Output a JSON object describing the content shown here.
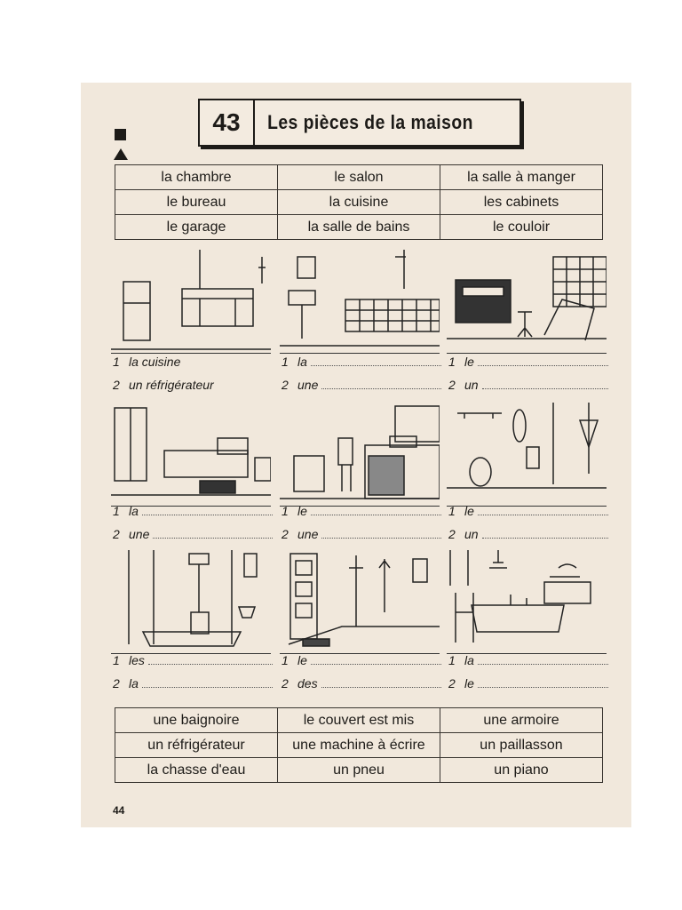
{
  "lesson": {
    "number": "43",
    "title": "Les pièces de la maison"
  },
  "vocab_top": [
    [
      "la chambre",
      "le salon",
      "la salle à manger"
    ],
    [
      "le bureau",
      "la cuisine",
      "les cabinets"
    ],
    [
      "le garage",
      "la salle de bains",
      "le couloir"
    ]
  ],
  "exercises": [
    {
      "l1": {
        "n": "1",
        "w": "la cuisine"
      },
      "l2": {
        "n": "2",
        "w": "un réfrigérateur"
      }
    },
    {
      "l1": {
        "n": "1",
        "w": "la"
      },
      "l2": {
        "n": "2",
        "w": "une"
      }
    },
    {
      "l1": {
        "n": "1",
        "w": "le"
      },
      "l2": {
        "n": "2",
        "w": "un"
      }
    },
    {
      "l1": {
        "n": "1",
        "w": "la"
      },
      "l2": {
        "n": "2",
        "w": "une"
      }
    },
    {
      "l1": {
        "n": "1",
        "w": "le"
      },
      "l2": {
        "n": "2",
        "w": "une"
      }
    },
    {
      "l1": {
        "n": "1",
        "w": "le"
      },
      "l2": {
        "n": "2",
        "w": "un"
      }
    },
    {
      "l1": {
        "n": "1",
        "w": "les"
      },
      "l2": {
        "n": "2",
        "w": "la"
      }
    },
    {
      "l1": {
        "n": "1",
        "w": "le"
      },
      "l2": {
        "n": "2",
        "w": "des"
      }
    },
    {
      "l1": {
        "n": "1",
        "w": "la"
      },
      "l2": {
        "n": "2",
        "w": "le"
      }
    }
  ],
  "vocab_bottom": [
    [
      "une baignoire",
      "le couvert est mis",
      "une armoire"
    ],
    [
      "un réfrigérateur",
      "une machine à écrire",
      "un paillasson"
    ],
    [
      "la chasse d'eau",
      "un pneu",
      "un piano"
    ]
  ],
  "page_number": "44",
  "icons": {
    "square": "square-bullet-icon",
    "triangle": "triangle-bullet-icon"
  }
}
